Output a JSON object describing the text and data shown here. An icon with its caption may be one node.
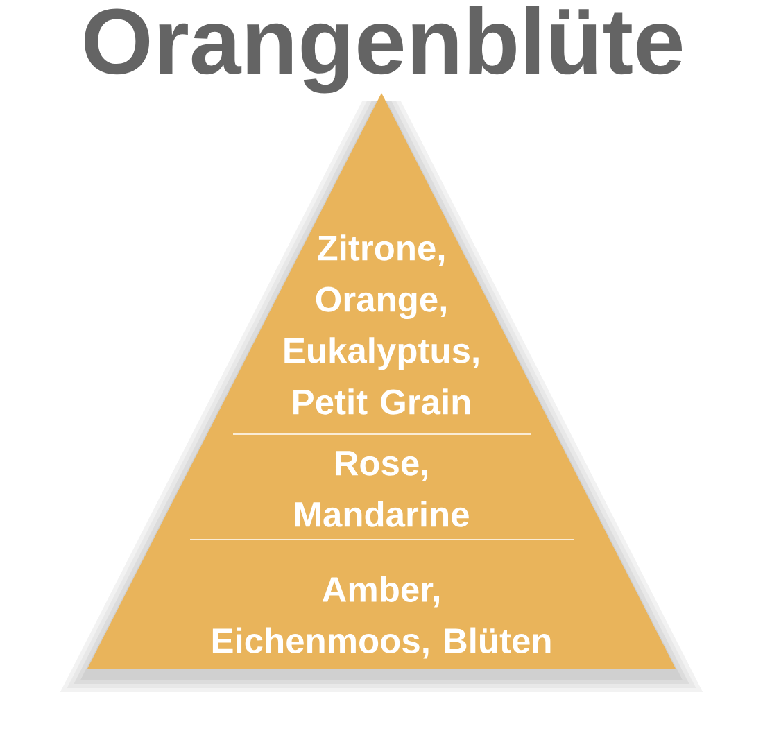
{
  "diagram": {
    "title": "Orangenblüte",
    "nodes": [
      {
        "text": [
          "Zitrone, Orange, Eukalyptus, Petit Grain"
        ]
      },
      {
        "text": [
          "Rose, Mandarine"
        ]
      },
      {
        "text": [
          "Amber, Eichenmoos, Blüten"
        ]
      }
    ]
  }
}
